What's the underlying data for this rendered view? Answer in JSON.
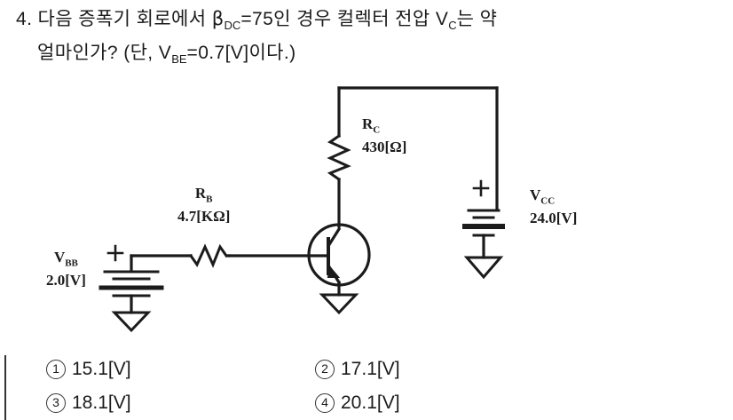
{
  "question": {
    "number": "4.",
    "line1_prefix": "4. 다음 증폭기 회로에서 ",
    "beta_symbol": "β",
    "beta_subscript": "DC",
    "line1_middle": "=75인 경우 컬렉터 전압 V",
    "vc_subscript": "C",
    "line1_suffix": "는 약",
    "line2_prefix": "얼마인가? (단, V",
    "vbe_subscript": "BE",
    "line2_suffix": "=0.7[V]이다.)"
  },
  "circuit": {
    "type": "npn-common-emitter-amplifier",
    "components": {
      "rc": {
        "name": "R",
        "subscript": "C",
        "value": "430[Ω]"
      },
      "rb": {
        "name": "R",
        "subscript": "B",
        "value": "4.7[KΩ]"
      },
      "vcc": {
        "name": "V",
        "subscript": "CC",
        "value": "24.0[V]",
        "polarity": "+"
      },
      "vbb": {
        "name": "V",
        "subscript": "BB",
        "value": "2.0[V]",
        "polarity": "+"
      },
      "transistor": {
        "type": "NPN",
        "terminals": [
          "base",
          "collector",
          "emitter"
        ]
      },
      "grounds": 3
    },
    "line_color": "#1b1b1b"
  },
  "options": [
    {
      "marker": "1",
      "text": "15.1[V]"
    },
    {
      "marker": "2",
      "text": "17.1[V]"
    },
    {
      "marker": "3",
      "text": "18.1[V]"
    },
    {
      "marker": "4",
      "text": "20.1[V]"
    }
  ]
}
